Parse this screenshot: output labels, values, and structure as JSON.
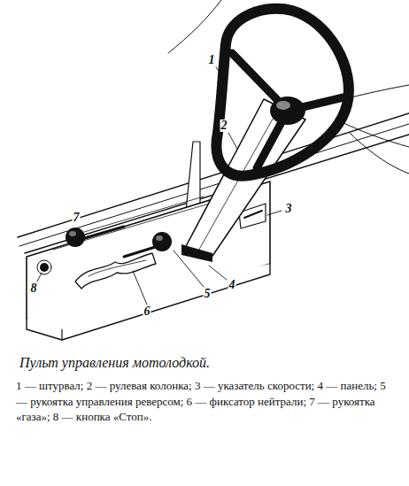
{
  "diagram": {
    "title": "Пульт управления мотолодкой.",
    "caption": "1 — штурвал; 2 — рулевая колонка; 3 — указатель скорости; 4 — панель; 5 — рукоятка управления реверсом; 6 — фиксатор нейтрали; 7 — рукоятка «газа»; 8 — кнопка «Стоп».",
    "labels": [
      "1",
      "2",
      "3",
      "4",
      "5",
      "6",
      "7",
      "8"
    ]
  }
}
